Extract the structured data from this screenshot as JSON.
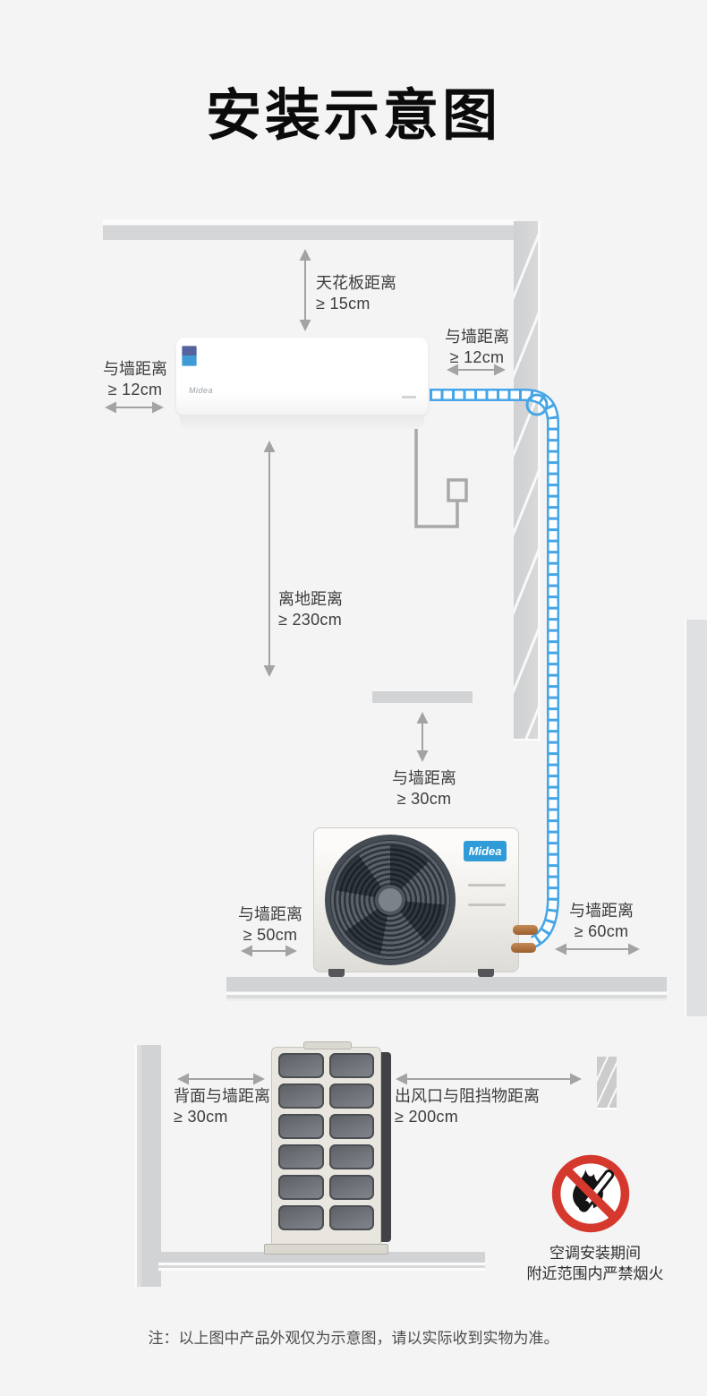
{
  "title": "安装示意图",
  "indoor_unit": {
    "brand": "Midea"
  },
  "outdoor_unit": {
    "brand": "Midea"
  },
  "annotations": {
    "ceiling": {
      "label": "天花板距离",
      "value": "≥ 15cm"
    },
    "indoor_wall_right": {
      "label": "与墙距离",
      "value": "≥ 12cm"
    },
    "indoor_wall_left": {
      "label": "与墙距离",
      "value": "≥ 12cm"
    },
    "ground_clearance": {
      "label": "离地距离",
      "value": "≥ 230cm"
    },
    "outdoor_wall_top": {
      "label": "与墙距离",
      "value": "≥ 30cm"
    },
    "outdoor_wall_left": {
      "label": "与墙距离",
      "value": "≥ 50cm"
    },
    "outdoor_wall_right": {
      "label": "与墙距离",
      "value": "≥ 60cm"
    },
    "back_to_wall": {
      "label": "背面与墙距离",
      "value": "≥ 30cm"
    },
    "outlet_to_obstacle": {
      "label": "出风口与阻挡物距离",
      "value": "≥ 200cm"
    }
  },
  "fire_warning": {
    "line1": "空调安装期间",
    "line2": "附近范围内严禁烟火"
  },
  "footnote": "注：以上图中产品外观仅为示意图，请以实际收到实物为准。",
  "colors": {
    "pipe_blue": "#45a5e6",
    "warning_red": "#d5392e",
    "badge_blue": "#2f9bd8"
  }
}
